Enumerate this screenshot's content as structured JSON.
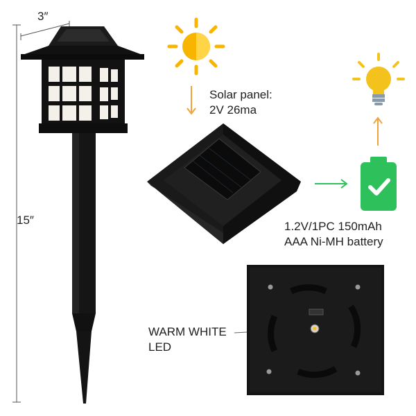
{
  "dimensions": {
    "width": "3″",
    "height": "15″"
  },
  "solar_panel": {
    "line1": "Solar panel:",
    "line2": "2V 26ma"
  },
  "battery": {
    "line1": "1.2V/1PC 150mAh",
    "line2": "AAA Ni-MH battery"
  },
  "led": {
    "line1": "WARM WHITE",
    "line2": "LED"
  },
  "icons": {
    "sun": "sun-icon",
    "bulb": "light-bulb-icon",
    "battery": "battery-check-icon"
  },
  "colors": {
    "sun": "#f7b500",
    "arrow_orange": "#f2a23a",
    "battery_green": "#2ec05a",
    "arrow_green": "#2ec05a",
    "bulb_yellow": "#f4c21c",
    "product_black": "#141414"
  }
}
